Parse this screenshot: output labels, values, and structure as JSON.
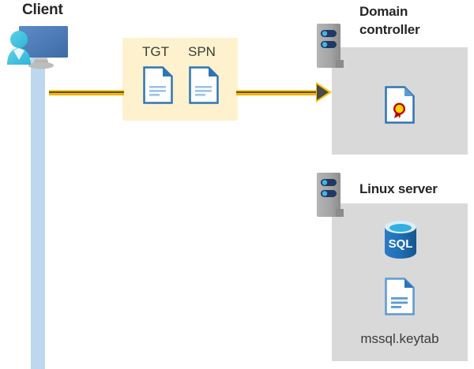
{
  "diagram": {
    "title_client": "Client",
    "title_domain_controller": "Domain controller",
    "title_linux_server": "Linux server",
    "message_box": {
      "doc_tgt_label": "TGT",
      "doc_spn_label": "SPN"
    },
    "linux_server": {
      "keytab_label": "mssql.keytab",
      "database_label": "SQL"
    },
    "colors": {
      "lifeline": "#bdd7ee",
      "message_box": "#fdf2cd",
      "host_box": "#d9d9d9",
      "arrow": "#ffc400",
      "arrow_head": "#4a4a4a",
      "title_text": "#262626",
      "doc_blue": "#2e75b6",
      "doc_light_blue": "#5b9bd5",
      "sql_blue": "#1f6fb4",
      "cert_red": "#c00000",
      "cert_gold": "#ffd600",
      "server_gray": "#a6a6a6",
      "server_led": "#1f3864",
      "monitor_blue": "#4472a8",
      "person_cyan": "#45c3e0"
    }
  }
}
